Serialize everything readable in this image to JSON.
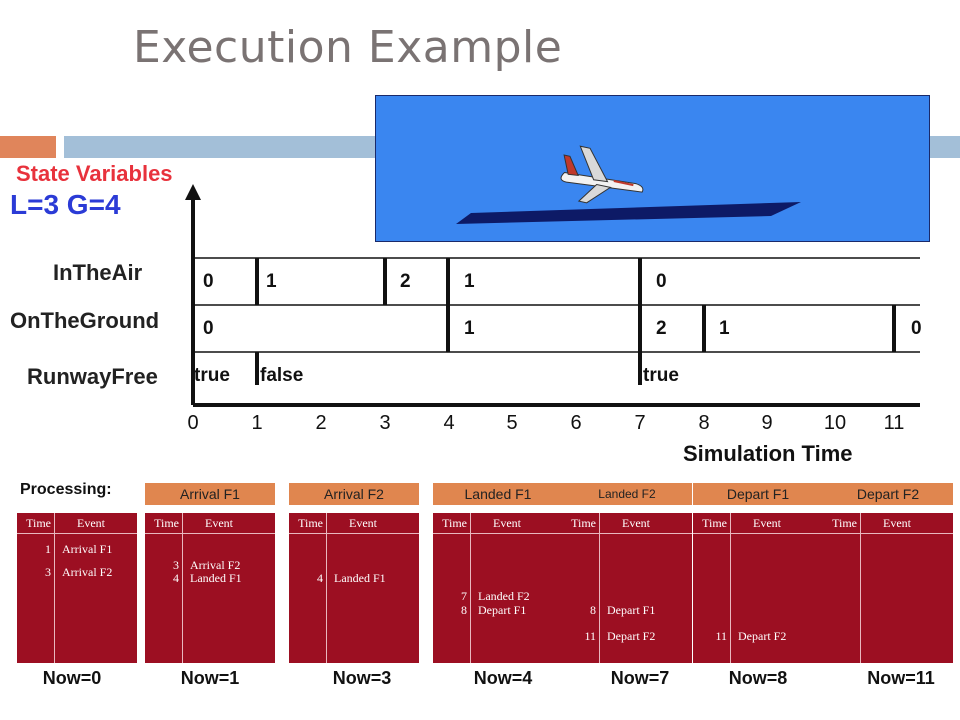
{
  "title": "Execution Example",
  "state_variables_label": "State Variables",
  "params_label": "L=3  G=4",
  "variables": {
    "in_the_air": "InTheAir",
    "on_the_ground": "OnTheGround",
    "runway_free": "RunwayFree"
  },
  "in_the_air_values": [
    "0",
    "1",
    "2",
    "1",
    "0"
  ],
  "on_the_ground_values": [
    "0",
    "1",
    "2",
    "1",
    "0"
  ],
  "runway_free_values": [
    "true",
    "false",
    "true"
  ],
  "time_ticks": [
    "0",
    "1",
    "2",
    "3",
    "4",
    "5",
    "6",
    "7",
    "8",
    "9",
    "10",
    "11"
  ],
  "time_axis_label": "Simulation Time",
  "processing_label": "Processing:",
  "panels": [
    {
      "head": "",
      "time_header": "Time",
      "event_header": "Event",
      "rows": [
        {
          "t": "1",
          "e": "Arrival F1"
        },
        {
          "t": "3",
          "e": "Arrival F2"
        }
      ],
      "now": "Now=0"
    },
    {
      "head": "Arrival F1",
      "time_header": "Time",
      "event_header": "Event",
      "rows": [
        {
          "t": "3",
          "e": "Arrival F2"
        },
        {
          "t": "4",
          "e": "Landed F1"
        }
      ],
      "now": "Now=1"
    },
    {
      "head": "Arrival F2",
      "time_header": "Time",
      "event_header": "Event",
      "rows": [
        {
          "t": "4",
          "e": "Landed F1"
        }
      ],
      "now": "Now=3"
    },
    {
      "head": "Landed F1",
      "time_header": "Time",
      "event_header": "Event",
      "rows": [
        {
          "t": "7",
          "e": "Landed F2"
        },
        {
          "t": "8",
          "e": "Depart F1"
        }
      ],
      "now": "Now=4"
    },
    {
      "head": "Landed F2",
      "time_header": "Time",
      "event_header": "Event",
      "rows": [
        {
          "t": "8",
          "e": "Depart F1"
        },
        {
          "t": "11",
          "e": "Depart F2"
        }
      ],
      "now": "Now=7"
    },
    {
      "head": "Depart F1",
      "time_header": "Time",
      "event_header": "Event",
      "rows": [
        {
          "t": "11",
          "e": "Depart F2"
        }
      ],
      "now": "Now=8"
    },
    {
      "head": "Depart F2",
      "time_header": "Time",
      "event_header": "Event",
      "rows": [],
      "now": "Now=11"
    }
  ],
  "colors": {
    "panel_bg": "#9c0f22",
    "panel_head": "#e0864f",
    "accent_red": "#e8323c",
    "accent_blue": "#2b3bd6",
    "scene_sky": "#3a86f0",
    "runway": "#0d1a66"
  }
}
